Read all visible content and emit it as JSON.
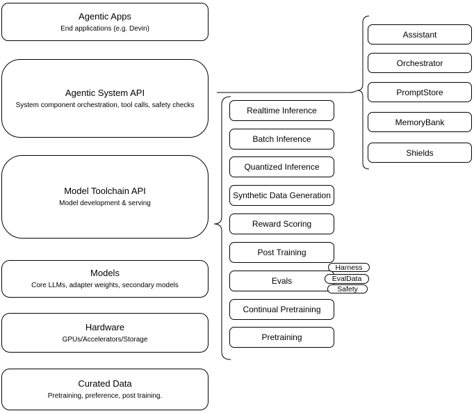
{
  "diagram": {
    "stack": [
      {
        "title": "Agentic Apps",
        "subtitle": "End applications (e.g. Devin)"
      },
      {
        "title": "Agentic System API",
        "subtitle": "System component orchestration, tool calls, safety checks"
      },
      {
        "title": "Model Toolchain API",
        "subtitle": "Model development & serving"
      },
      {
        "title": "Models",
        "subtitle": "Core LLMs, adapter weights, secondary models"
      },
      {
        "title": "Hardware",
        "subtitle": "GPUs/Accelerators/Storage"
      },
      {
        "title": "Curated Data",
        "subtitle": "Pretraining, preference, post training."
      }
    ],
    "toolchain_components": [
      "Realtime Inference",
      "Batch Inference",
      "Quantized Inference",
      "Synthetic Data Generation",
      "Reward Scoring",
      "Post Training",
      "Evals",
      "Continual Pretraining",
      "Pretraining"
    ],
    "evals_tags": [
      "Harness",
      "EvalData",
      "Safety"
    ],
    "system_components": [
      "Assistant",
      "Orchestrator",
      "PromptStore",
      "MemoryBank",
      "Shields"
    ],
    "colors": {
      "stroke": "#000000",
      "fill": "#ffffff",
      "text": "#000000"
    }
  }
}
